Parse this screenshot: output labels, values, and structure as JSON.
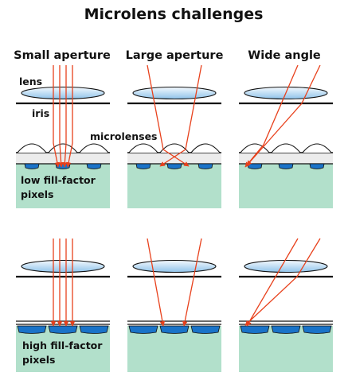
{
  "title": "Microlens challenges",
  "columns": {
    "col1": "Small aperture",
    "col2": "Large aperture",
    "col3": "Wide angle"
  },
  "labels": {
    "lens": "lens",
    "iris": "iris",
    "microlenses": "microlenses",
    "low_line1": "low fill-factor",
    "low_line2": "pixels",
    "high_line1": "high fill-factor",
    "high_line2": "pixels"
  },
  "colors": {
    "ray": "#e8411c",
    "lens_light": "#f4f9fe",
    "lens_dark": "#8fc3ea",
    "pixel": "#1a73c8",
    "substrate": "#b2e0cb",
    "spacer": "#ececec",
    "line": "#111111"
  }
}
